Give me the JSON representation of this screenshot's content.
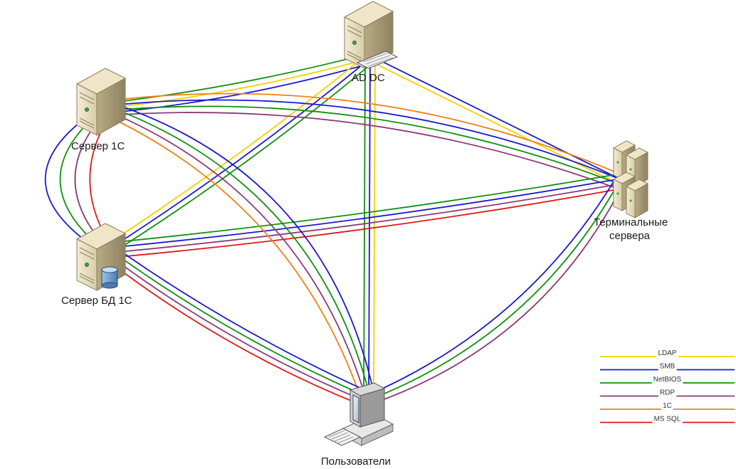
{
  "nodes": {
    "ad_dc": {
      "label": "AD DC"
    },
    "server_1c": {
      "label": "Сервер 1С"
    },
    "db_1c": {
      "label": "Сервер БД 1С"
    },
    "terminal": {
      "label_line1": "Терминальные",
      "label_line2": "сервера"
    },
    "users": {
      "label": "Пользователи"
    }
  },
  "protocols": [
    {
      "key": "ldap",
      "label": "LDAP",
      "color": "#f5d000"
    },
    {
      "key": "smb",
      "label": "SMB",
      "color": "#1a1acc"
    },
    {
      "key": "netbios",
      "label": "NetBIOS",
      "color": "#109010"
    },
    {
      "key": "rdp",
      "label": "RDP",
      "color": "#8a3a78"
    },
    {
      "key": "1c",
      "label": "1С",
      "color": "#f08018"
    },
    {
      "key": "mssql",
      "label": "MS SQL",
      "color": "#e01818"
    }
  ],
  "connections": [
    {
      "from": "server_1c",
      "to": "ad_dc",
      "protocols": [
        "netbios",
        "ldap",
        "smb"
      ]
    },
    {
      "from": "db_1c",
      "to": "ad_dc",
      "protocols": [
        "ldap",
        "smb",
        "netbios"
      ]
    },
    {
      "from": "terminal",
      "to": "ad_dc",
      "protocols": [
        "ldap",
        "smb"
      ]
    },
    {
      "from": "users",
      "to": "ad_dc",
      "protocols": [
        "netbios",
        "smb",
        "ldap"
      ]
    },
    {
      "from": "server_1c",
      "to": "terminal",
      "protocols": [
        "1c",
        "smb",
        "netbios",
        "rdp"
      ]
    },
    {
      "from": "db_1c",
      "to": "terminal",
      "protocols": [
        "netbios",
        "smb",
        "rdp",
        "mssql"
      ]
    },
    {
      "from": "users",
      "to": "terminal",
      "protocols": [
        "smb",
        "netbios",
        "rdp"
      ]
    },
    {
      "from": "server_1c",
      "to": "db_1c",
      "protocols": [
        "mssql",
        "rdp",
        "netbios",
        "smb"
      ]
    },
    {
      "from": "server_1c",
      "to": "users",
      "protocols": [
        "smb",
        "netbios",
        "rdp",
        "1c"
      ]
    },
    {
      "from": "db_1c",
      "to": "users",
      "protocols": [
        "smb",
        "netbios",
        "rdp",
        "mssql"
      ]
    }
  ]
}
